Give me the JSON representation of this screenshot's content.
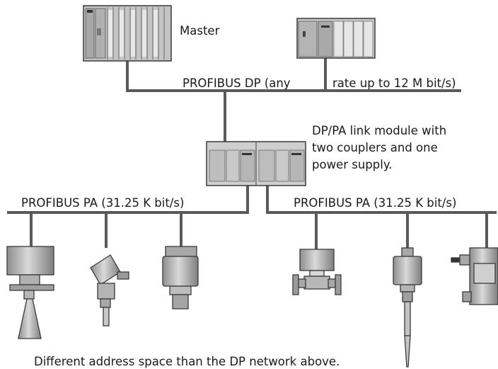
{
  "labels": {
    "master": "Master",
    "dp_bus_left": "PROFIBUS DP (any",
    "dp_bus_right": "rate up to 12 M bit/s)",
    "link_module": "DP/PA link module with\ntwo couplers and one\npower supply.",
    "pa_bus_left": "PROFIBUS PA (31.25 K bit/s)",
    "pa_bus_right": "PROFIBUS PA (31.25 K bit/s)",
    "footer": "Different address space than the DP network above."
  },
  "colors": {
    "bus_line": "#5a5a5a",
    "device_fill": "#bdbdbd",
    "device_stroke": "#3a3a3a",
    "module_light": "#e2e2e2"
  }
}
